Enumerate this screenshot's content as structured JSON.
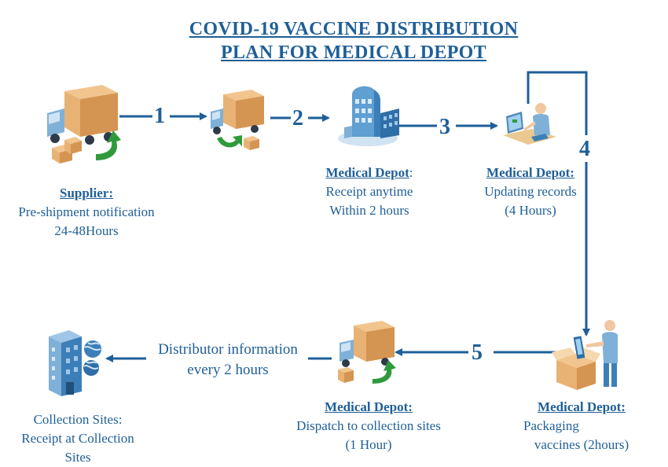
{
  "title": {
    "line1": "COVID-19 VACCINE DISTRIBUTION",
    "line2": "PLAN FOR MEDICAL DEPOT"
  },
  "steps": {
    "s1": "1",
    "s2": "2",
    "s3": "3",
    "s4": "4",
    "s5": "5"
  },
  "supplier": {
    "heading": "Supplier:",
    "line1": "Pre-shipment notification",
    "line2": "24-48Hours"
  },
  "receipt": {
    "heading": "Medical Depot",
    "colon": ":",
    "line1": "Receipt anytime",
    "line2": "Within 2 hours"
  },
  "records": {
    "heading": "Medical Depot:",
    "line1": "Updating records",
    "line2": "(4 Hours)"
  },
  "packaging": {
    "heading": "Medical Depot:",
    "line1": "Packaging",
    "line2": "vaccines (2hours)"
  },
  "dispatch": {
    "heading": "Medical Depot:",
    "line1": "Dispatch to collection sites",
    "line2": "(1 Hour)"
  },
  "distributor": {
    "line1": "Distributor information",
    "line2": "every 2 hours"
  },
  "collection": {
    "line1": "Collection Sites:",
    "line2": "Receipt at Collection",
    "line3": "Sites"
  },
  "colors": {
    "accent": "#1f5f98",
    "truck_box": "#e0a96d",
    "truck_cab": "#7fb0d8",
    "green_arrow": "#2e9a3c"
  }
}
